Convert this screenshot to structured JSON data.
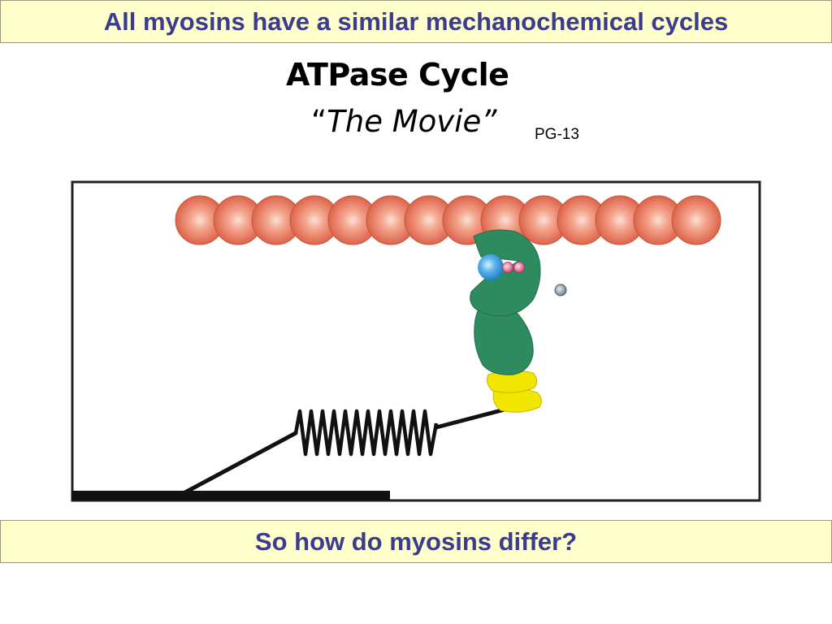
{
  "header": {
    "title": "All myosins have a similar mechanochemical cycles"
  },
  "main": {
    "heading": "ATPase Cycle",
    "subtitle_open": "“",
    "subtitle_text": "The Movie”",
    "rating": "PG-13"
  },
  "footer": {
    "question": "So how do myosins differ?"
  },
  "diagram": {
    "actin_subunit_count": 14,
    "colors": {
      "actin": "#e8745a",
      "actin_highlight": "#fbe0d4",
      "myosin_head": "#2e8a5f",
      "light_chain": "#f2e600",
      "atp_ball": "#5ab4ea",
      "phosphate": "#e47aa0",
      "released_phosphate": "#8fa3b0",
      "spring": "#111111",
      "frame": "#222222"
    }
  }
}
